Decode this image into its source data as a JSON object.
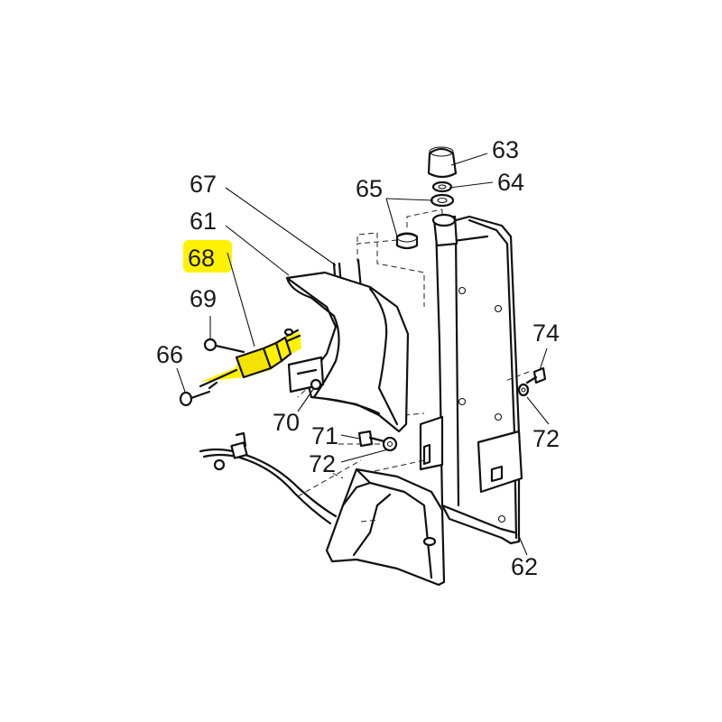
{
  "diagram": {
    "callouts": {
      "c61": "61",
      "c62": "62",
      "c63": "63",
      "c64": "64",
      "c65": "65",
      "c66": "66",
      "c67": "67",
      "c68": "68",
      "c69": "69",
      "c70": "70",
      "c71": "71",
      "c72a": "72",
      "c72b": "72",
      "c74": "74"
    },
    "highlighted_part": "68",
    "highlight_color": "#fff200",
    "line_color": "#111111"
  }
}
